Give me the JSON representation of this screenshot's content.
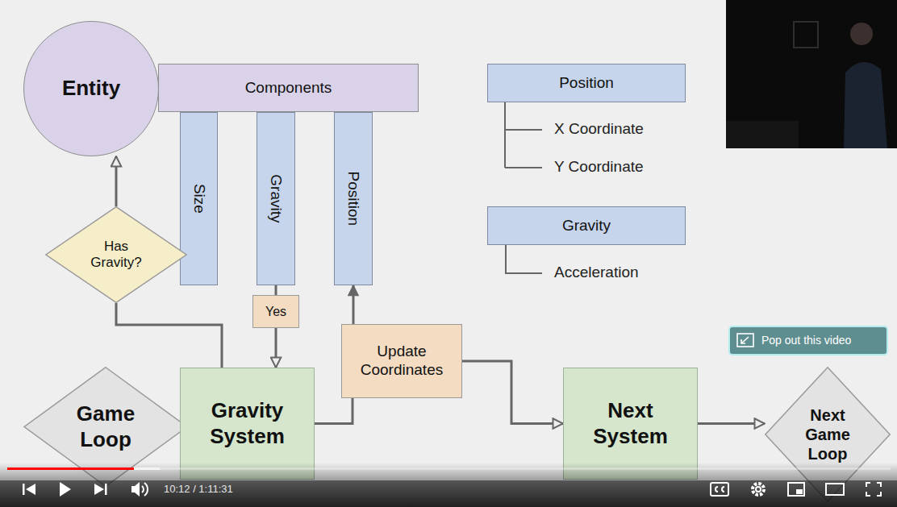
{
  "diagram": {
    "nodes": [
      {
        "text": [
          "Entity"
        ]
      },
      {
        "text": [
          "Components"
        ]
      },
      {
        "text": [
          "Position"
        ]
      },
      {
        "text": [
          "Size"
        ]
      },
      {
        "text": [
          "Gravity"
        ]
      },
      {
        "text": [
          "Position"
        ]
      },
      {
        "text": [
          "Gravity"
        ]
      },
      {
        "text": [
          "Has Gravity?"
        ]
      },
      {
        "text": [
          "Yes"
        ]
      },
      {
        "text": [
          "Update Coordinates"
        ]
      },
      {
        "text": [
          "Game Loop"
        ]
      },
      {
        "text": [
          "Gravity System"
        ]
      },
      {
        "text": [
          "Next System"
        ]
      },
      {
        "text": [
          "Next Game Loop"
        ]
      }
    ],
    "edges": [
      {
        "from": 7,
        "to": 0,
        "arrow": "to"
      },
      {
        "from": 11,
        "to": 7,
        "arrow": "none"
      },
      {
        "from": 4,
        "to": 8,
        "arrow": "none"
      },
      {
        "from": 8,
        "to": 11,
        "arrow": "to"
      },
      {
        "from": 11,
        "to": 9,
        "arrow": "none"
      },
      {
        "from": 9,
        "to": 5,
        "arrow": "to"
      },
      {
        "from": 9,
        "to": 12,
        "arrow": "to"
      },
      {
        "from": 10,
        "to": 11,
        "arrow": "to"
      },
      {
        "from": 12,
        "to": 13,
        "arrow": "to"
      }
    ],
    "labels": [
      "X Coordinate",
      "Y Coordinate",
      "Acceleration",
      "Pop out this video",
      "10:12 / 1:11:31"
    ]
  }
}
